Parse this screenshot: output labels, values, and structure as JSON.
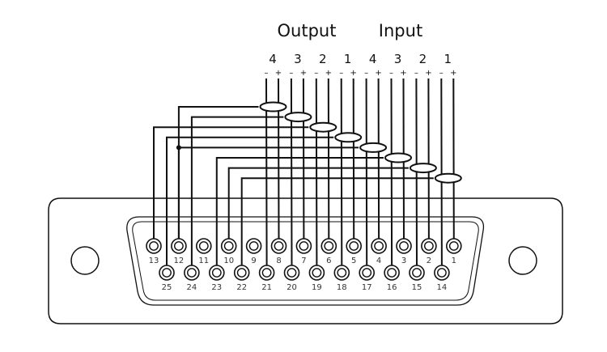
{
  "header": {
    "output_label": "Output",
    "input_label": "Input"
  },
  "channels": [
    {
      "label": "4",
      "group": "output"
    },
    {
      "label": "3",
      "group": "output"
    },
    {
      "label": "2",
      "group": "output"
    },
    {
      "label": "1",
      "group": "output"
    },
    {
      "label": "4",
      "group": "input"
    },
    {
      "label": "3",
      "group": "input"
    },
    {
      "label": "2",
      "group": "input"
    },
    {
      "label": "1",
      "group": "input"
    }
  ],
  "polarity": {
    "minus": "–",
    "plus": "+"
  },
  "top_row_pins": [
    "13",
    "12",
    "11",
    "10",
    "9",
    "8",
    "7",
    "6",
    "5",
    "4",
    "3",
    "2",
    "1"
  ],
  "bottom_row_pins": [
    "25",
    "24",
    "23",
    "22",
    "21",
    "20",
    "19",
    "18",
    "17",
    "16",
    "15",
    "14"
  ],
  "wiring": [
    {
      "channel": "Output 4",
      "minus_pin": "21",
      "plus_pin": "8"
    },
    {
      "channel": "Output 3",
      "minus_pin": "20",
      "plus_pin": "7"
    },
    {
      "channel": "Output 2",
      "minus_pin": "19",
      "plus_pin": "6"
    },
    {
      "channel": "Output 1",
      "minus_pin": "18",
      "plus_pin": "5"
    },
    {
      "channel": "Input 4",
      "minus_pin": "17",
      "plus_pin": "4"
    },
    {
      "channel": "Input 3",
      "minus_pin": "16",
      "plus_pin": "3"
    },
    {
      "channel": "Input 2",
      "minus_pin": "15",
      "plus_pin": "2"
    },
    {
      "channel": "Input 1",
      "minus_pin": "14",
      "plus_pin": "1"
    }
  ],
  "shield_wiring": [
    {
      "channel": "Output 4",
      "pin": "12"
    },
    {
      "channel": "Output 3",
      "pin": "24"
    },
    {
      "channel": "Output 2",
      "pin": "13"
    },
    {
      "channel": "Output 1",
      "pin": "25"
    },
    {
      "channel": "Input 4",
      "pin": "12"
    },
    {
      "channel": "Input 3",
      "pin": "23"
    },
    {
      "channel": "Input 2",
      "pin": "10"
    },
    {
      "channel": "Input 1",
      "pin": "22"
    }
  ]
}
